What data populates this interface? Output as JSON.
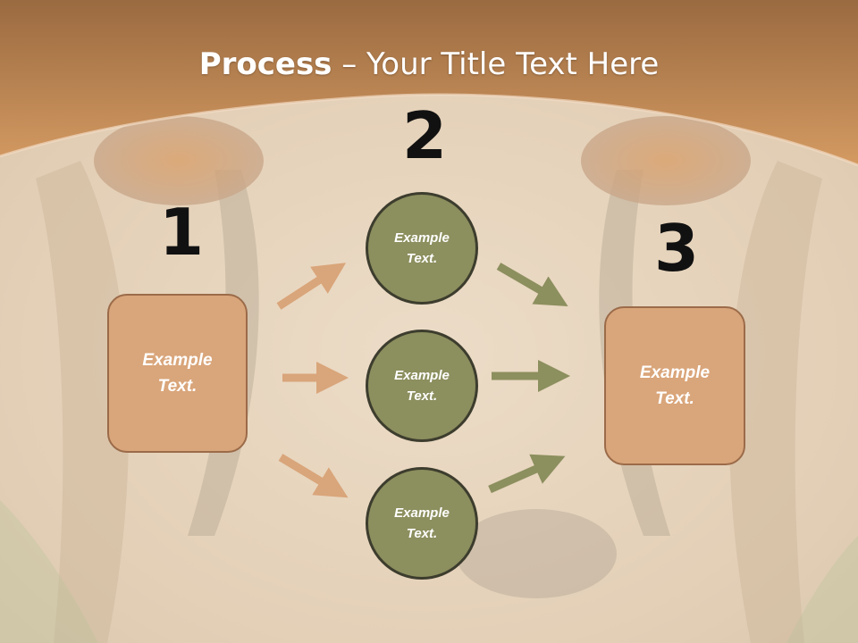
{
  "slide": {
    "title_bold": "Process",
    "title_rest": " – Your Title Text Here"
  },
  "steps": {
    "step1_number": "1",
    "step2_number": "2",
    "step3_number": "3"
  },
  "nodes": {
    "left_box": "Example\nText.",
    "circle_top": "Example\nText.",
    "circle_middle": "Example\nText.",
    "circle_bottom": "Example\nText.",
    "right_box": "Example\nText."
  },
  "colors": {
    "header": "#c98a52",
    "box_fill": "#d9a57a",
    "circle_fill": "#8c8f5e",
    "arrow_left": "#d9a57a",
    "arrow_right": "#8c8f5e"
  },
  "icons": {
    "background": "cheetah-face-photo"
  }
}
